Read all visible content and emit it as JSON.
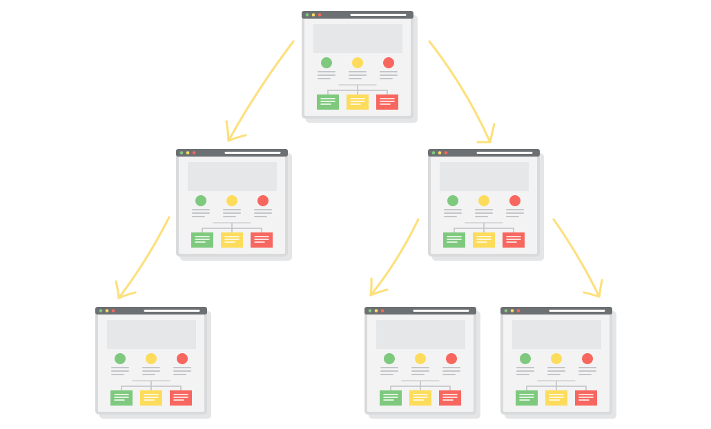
{
  "colors": {
    "background": "#ffffff",
    "window_frame": "#d9dadb",
    "window_shadow": "#e4e5e7",
    "window_body": "#f3f3f3",
    "title_bar": "#6d7072",
    "title_bar_line": "#ffffff",
    "hero_block": "#e6e7e9",
    "text_line": "#c3c5c8",
    "connector": "#c5c7ca",
    "arrow": "#fde07d",
    "green": "#7fc97f",
    "yellow": "#fddc5c",
    "red": "#f7675f",
    "card_line": "#ffffff"
  },
  "diagram": {
    "windows": [
      {
        "id": "root",
        "window_controls": [
          "green",
          "yellow",
          "red"
        ],
        "circles": [
          "green",
          "yellow",
          "red"
        ],
        "cards": [
          "green",
          "yellow",
          "red"
        ]
      },
      {
        "id": "level1-left",
        "window_controls": [
          "green",
          "yellow",
          "red"
        ],
        "circles": [
          "green",
          "yellow",
          "red"
        ],
        "cards": [
          "green",
          "yellow",
          "red"
        ]
      },
      {
        "id": "level1-right",
        "window_controls": [
          "green",
          "yellow",
          "red"
        ],
        "circles": [
          "green",
          "yellow",
          "red"
        ],
        "cards": [
          "green",
          "yellow",
          "red"
        ]
      },
      {
        "id": "level2-left",
        "window_controls": [
          "green",
          "yellow",
          "red"
        ],
        "circles": [
          "green",
          "yellow",
          "red"
        ],
        "cards": [
          "green",
          "yellow",
          "red"
        ]
      },
      {
        "id": "level2-middle",
        "window_controls": [
          "green",
          "yellow",
          "red"
        ],
        "circles": [
          "green",
          "yellow",
          "red"
        ],
        "cards": [
          "green",
          "yellow",
          "red"
        ]
      },
      {
        "id": "level2-right",
        "window_controls": [
          "green",
          "yellow",
          "red"
        ],
        "circles": [
          "green",
          "yellow",
          "red"
        ],
        "cards": [
          "green",
          "yellow",
          "red"
        ]
      }
    ],
    "arrows": [
      {
        "id": "root-to-level1-left",
        "from": "root",
        "to": "level1-left"
      },
      {
        "id": "root-to-level1-right",
        "from": "root",
        "to": "level1-right"
      },
      {
        "id": "level1-left-to-level2-left",
        "from": "level1-left",
        "to": "level2-left"
      },
      {
        "id": "level1-right-to-level2-middle",
        "from": "level1-right",
        "to": "level2-middle"
      },
      {
        "id": "level1-right-to-level2-right",
        "from": "level1-right",
        "to": "level2-right"
      }
    ]
  }
}
